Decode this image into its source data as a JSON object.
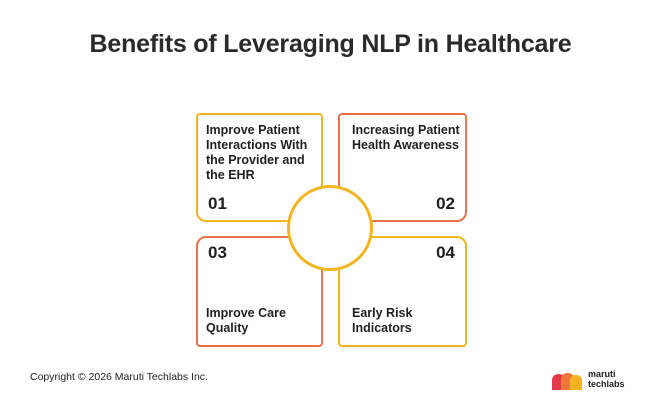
{
  "title": "Benefits of Leveraging NLP in Healthcare",
  "cards": [
    {
      "number": "01",
      "text": "Improve Patient Interactions With the Provider and the EHR",
      "color": "#f0b51f"
    },
    {
      "number": "02",
      "text": "Increasing Patient Health Awareness",
      "color": "#e8734a"
    },
    {
      "number": "03",
      "text": "Improve Care Quality",
      "color": "#e8734a"
    },
    {
      "number": "04",
      "text": "Early Risk Indicators",
      "color": "#f0b51f"
    }
  ],
  "footer": {
    "copyright": "Copyright © 2026 Maruti Techlabs Inc.",
    "logo_line1": "maruti",
    "logo_line2": "techlabs"
  },
  "colors": {
    "yellow": "#f0b51f",
    "orange": "#e8734a",
    "logo_red": "#e23a4a",
    "logo_orange": "#f0783a",
    "logo_yellow": "#f5b323"
  }
}
